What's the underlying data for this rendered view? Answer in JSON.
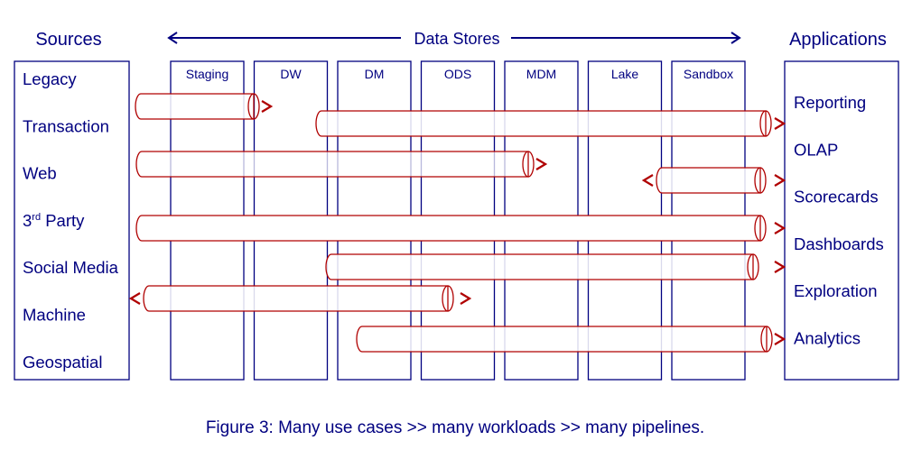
{
  "colors": {
    "navy": "#000080",
    "pipe": "#b00000",
    "pipe_light": "#e8b8b8"
  },
  "headers": {
    "sources": "Sources",
    "data_stores": "Data Stores",
    "applications": "Applications"
  },
  "sources": [
    {
      "label": "Legacy",
      "sup": ""
    },
    {
      "label": "Transaction",
      "sup": ""
    },
    {
      "label": "Web",
      "sup": ""
    },
    {
      "label": "3",
      "sup": "rd",
      "rest": " Party"
    },
    {
      "label": "Social Media",
      "sup": ""
    },
    {
      "label": "Machine",
      "sup": ""
    },
    {
      "label": "Geospatial",
      "sup": ""
    }
  ],
  "data_stores": [
    "Staging",
    "DW",
    "DM",
    "ODS",
    "MDM",
    "Lake",
    "Sandbox"
  ],
  "applications": [
    "Reporting",
    "OLAP",
    "Scorecards",
    "Dashboards",
    "Exploration",
    "Analytics"
  ],
  "pipelines": [
    {
      "name": "legacy-to-dw",
      "from": "Legacy",
      "to": "DW",
      "start_store": "Staging",
      "end_store": "Staging",
      "bidirectional": false
    },
    {
      "name": "dw-to-reporting",
      "from": "DW",
      "to": "Reporting",
      "start_store": "DM",
      "end_store": "Sandbox",
      "bidirectional": false
    },
    {
      "name": "web-to-mdm",
      "from": "Web",
      "to": "MDM",
      "start_store": "Staging",
      "end_store": "ODS",
      "bidirectional": false
    },
    {
      "name": "lake-scorecards",
      "from": "Lake",
      "to": "Scorecards",
      "start_store": "Lake",
      "end_store": "Sandbox",
      "bidirectional": true
    },
    {
      "name": "3rd-party-to-dashboards",
      "from": "3rd Party",
      "to": "Dashboards",
      "start_store": "Staging",
      "end_store": "Sandbox",
      "bidirectional": false
    },
    {
      "name": "dw-to-exploration",
      "from": "DW",
      "to": "Exploration",
      "start_store": "DM",
      "end_store": "Sandbox",
      "bidirectional": false
    },
    {
      "name": "machine-ods",
      "from": "Machine",
      "to": "ODS",
      "start_store": "Staging",
      "end_store": "DM",
      "bidirectional": true
    },
    {
      "name": "dm-to-analytics",
      "from": "DM",
      "to": "Analytics",
      "start_store": "DM",
      "end_store": "Sandbox",
      "bidirectional": false
    }
  ],
  "caption": "Figure 3: Many use cases >> many workloads >> many pipelines."
}
